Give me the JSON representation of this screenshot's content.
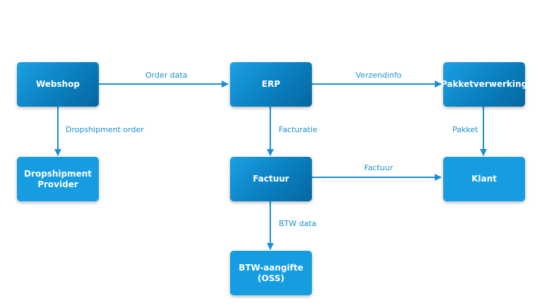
{
  "diagram": {
    "colors": {
      "edge": "#1a8fd3",
      "text": "#ffffff"
    },
    "nodes": {
      "webshop": {
        "label": "Webshop"
      },
      "erp": {
        "label": "ERP"
      },
      "pakketverwerking": {
        "label": "Pakketverwerking"
      },
      "dropshipment_provider": {
        "label": "Dropshipment\nProvider"
      },
      "factuur": {
        "label": "Factuur"
      },
      "klant": {
        "label": "Klant"
      },
      "btw_aangifte": {
        "label": "BTW-aangifte\n(OSS)"
      }
    },
    "edges": {
      "order_data": {
        "from": "webshop",
        "to": "erp",
        "label": "Order data"
      },
      "verzendinfo": {
        "from": "erp",
        "to": "pakketverwerking",
        "label": "Verzendinfo"
      },
      "dropshipment_order": {
        "from": "webshop",
        "to": "dropshipment_provider",
        "label": "Dropshipment order"
      },
      "facturatie": {
        "from": "erp",
        "to": "factuur",
        "label": "Facturatie"
      },
      "pakket": {
        "from": "pakketverwerking",
        "to": "klant",
        "label": "Pakket"
      },
      "factuur": {
        "from": "factuur",
        "to": "klant",
        "label": "Factuur"
      },
      "btw_data": {
        "from": "factuur",
        "to": "btw_aangifte",
        "label": "BTW data"
      }
    }
  }
}
